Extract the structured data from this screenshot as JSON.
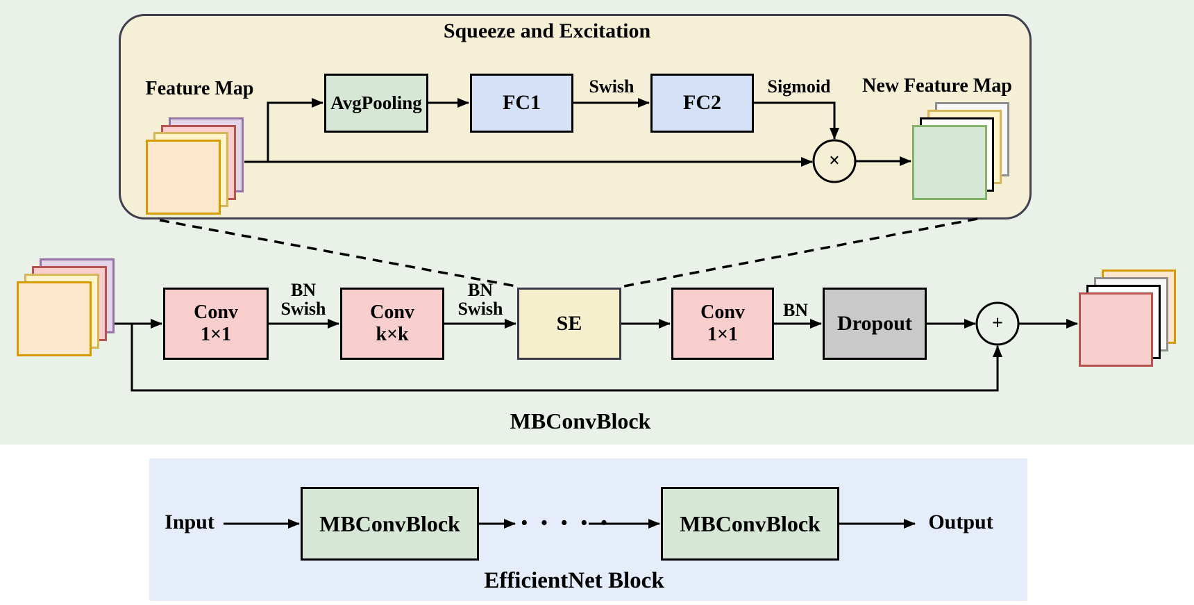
{
  "se_panel": {
    "title": "Squeeze and Excitation",
    "feature_map_label": "Feature Map",
    "new_feature_map_label": "New Feature Map",
    "avgpooling_label": "AvgPooling",
    "fc1_label": "FC1",
    "fc2_label": "FC2",
    "swish_label": "Swish",
    "sigmoid_label": "Sigmoid",
    "multiply_symbol": "×"
  },
  "mbconv": {
    "title": "MBConvBlock",
    "conv1_line1": "Conv",
    "conv1_line2": "1×1",
    "bn_swish1_line1": "BN",
    "bn_swish1_line2": "Swish",
    "convk_line1": "Conv",
    "convk_line2": "k×k",
    "bn_swish2_line1": "BN",
    "bn_swish2_line2": "Swish",
    "se_label": "SE",
    "conv2_line1": "Conv",
    "conv2_line2": "1×1",
    "bn_label": "BN",
    "dropout_label": "Dropout",
    "add_symbol": "+"
  },
  "efficientnet": {
    "title": "EfficientNet Block",
    "input_label": "Input",
    "block1_label": "MBConvBlock",
    "dots": "·····",
    "block2_label": "MBConvBlock",
    "output_label": "Output"
  },
  "colors": {
    "canvas_green": "#e9f1e8",
    "panel_tan": "#f4efd5",
    "panel_border": "#3f3e4e",
    "bottom_panel_blue": "#e5ecfa",
    "box_green": "#d6e8d5",
    "box_blue": "#d4e1f7",
    "box_pink": "#f9cfcd",
    "box_yellow": "#f5efce",
    "box_gray": "#c9c9c9",
    "stack_orange_fill": "#ffe7cd",
    "stack_orange_border": "#d79b00",
    "stack_yellow_fill": "#fff3cc",
    "stack_yellow_border": "#d6b656",
    "stack_red_fill": "#f9cfcd",
    "stack_red_border": "#b85450",
    "stack_purple_fill": "#e2d5e8",
    "stack_purple_border": "#9673a6",
    "stack_green_fill": "#d6e8d5",
    "stack_green_border": "#82b366",
    "stack_white_fill": "#ffffff",
    "stack_white_border": "#000000",
    "stack_gray_fill": "#f7f7f7",
    "stack_gray_border": "#8f8f8f"
  }
}
